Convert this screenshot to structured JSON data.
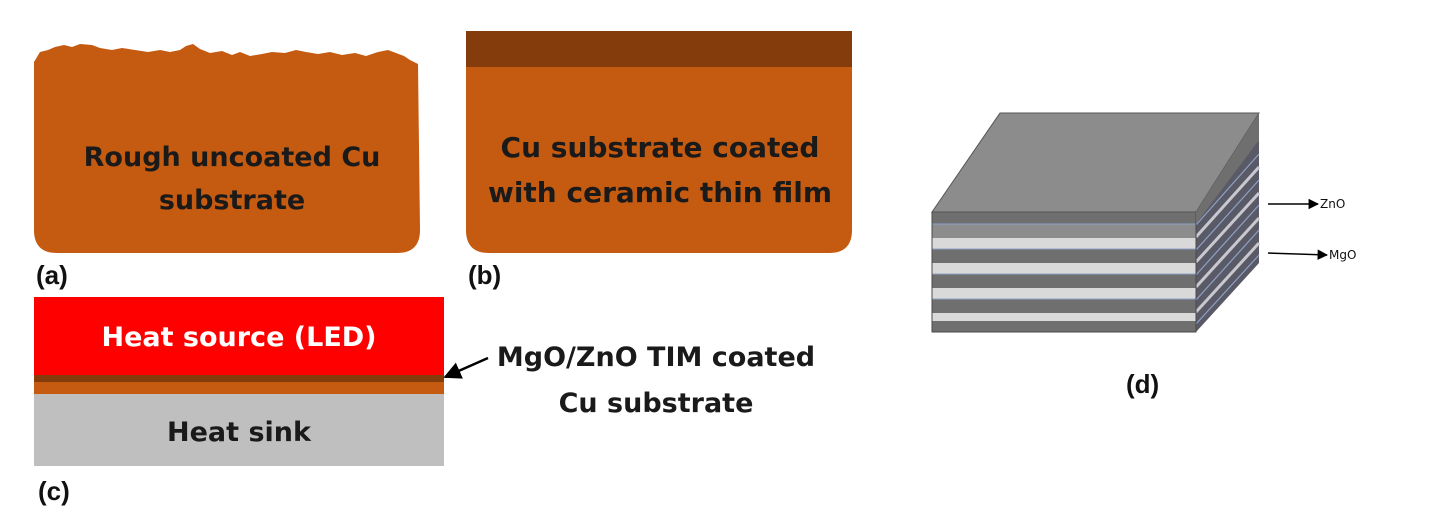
{
  "colors": {
    "copper": "#c55a11",
    "copper_dark": "#843c0c",
    "heat_source": "#ff0000",
    "heat_sink": "#bfbfbf",
    "stack_top": "#8c8c8c",
    "stack_dark": "#6f6f6f",
    "stack_light": "#d9d9d9",
    "stack_side": "#5a5a66"
  },
  "panel_a": {
    "label": "(a)",
    "text_line1": "Rough uncoated Cu",
    "text_line2": "substrate"
  },
  "panel_b": {
    "label": "(b)",
    "text_line1": "Cu substrate coated",
    "text_line2": "with ceramic thin film"
  },
  "panel_c": {
    "label": "(c)",
    "heat_source": "Heat source (LED)",
    "heat_sink": "Heat sink",
    "callout_line1": "MgO/ZnO TIM coated",
    "callout_line2": "Cu substrate"
  },
  "panel_d": {
    "label": "(d)",
    "zno_label": "ZnO",
    "mgo_label": "MgO"
  }
}
